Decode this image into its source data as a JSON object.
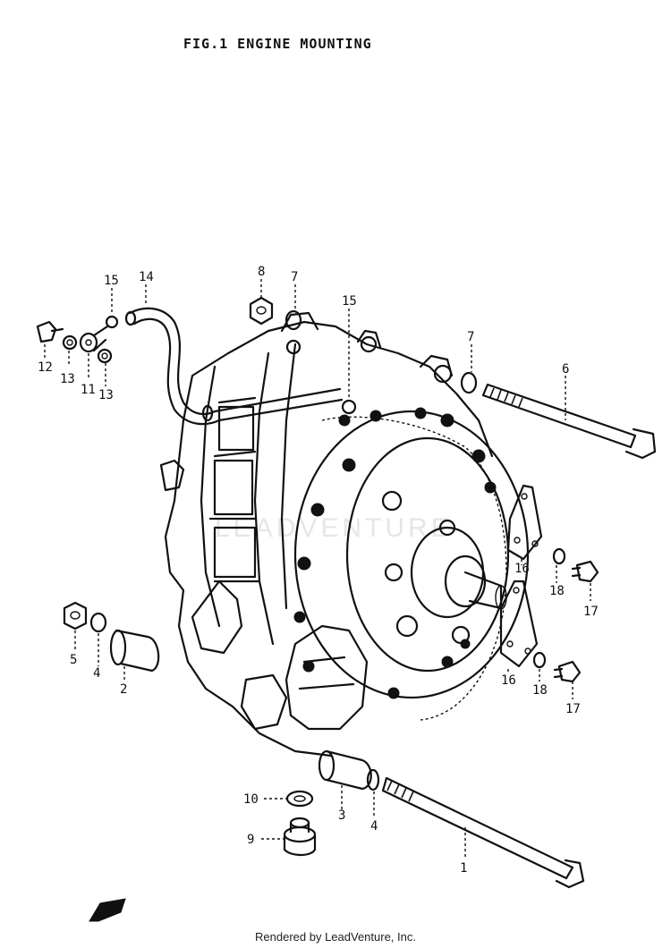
{
  "figure": {
    "title": "FIG.1  ENGINE MOUNTING",
    "watermark": "LEADVENTURE",
    "footer": "Rendered by LeadVenture, Inc."
  },
  "callouts": [
    "1",
    "2",
    "3",
    "4",
    "4",
    "5",
    "6",
    "7",
    "7",
    "8",
    "9",
    "10",
    "11",
    "12",
    "13",
    "13",
    "14",
    "15",
    "15",
    "16",
    "16",
    "17",
    "17",
    "18",
    "18"
  ]
}
